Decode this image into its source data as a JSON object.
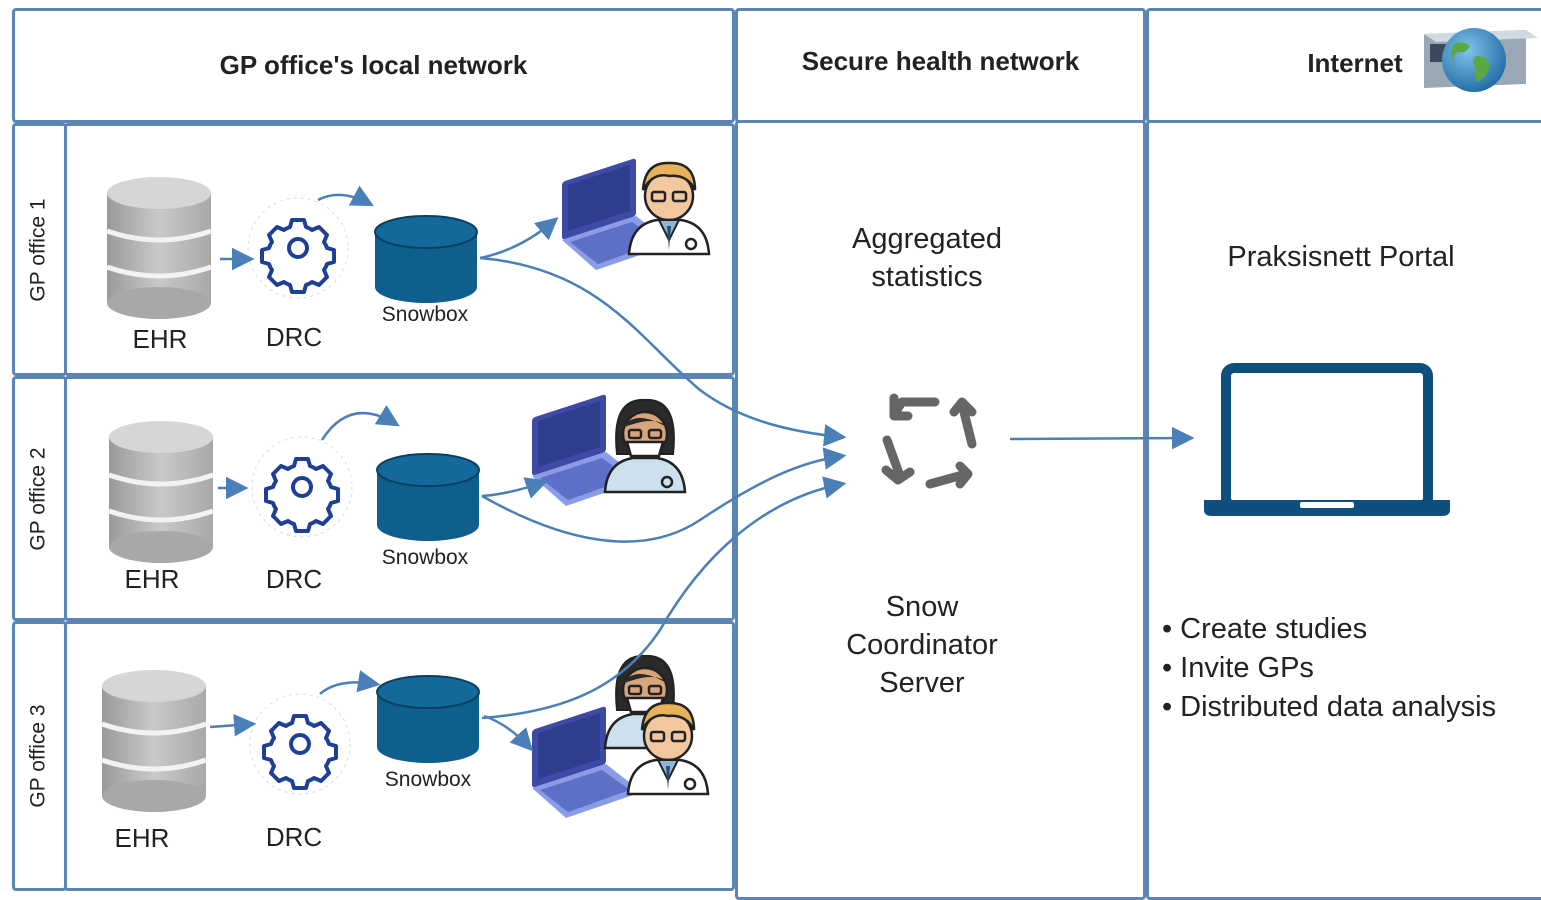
{
  "headers": {
    "local_network": "GP office's local network",
    "secure_network": "Secure health network",
    "internet": "Internet"
  },
  "offices": [
    {
      "side_label": "GP office 1",
      "ehr": "EHR",
      "drc": "DRC",
      "snowbox": "Snowbox"
    },
    {
      "side_label": "GP office 2",
      "ehr": "EHR",
      "drc": "DRC",
      "snowbox": "Snowbox"
    },
    {
      "side_label": "GP office 3",
      "ehr": "EHR",
      "drc": "DRC",
      "snowbox": "Snowbox"
    }
  ],
  "secure": {
    "aggregated": "Aggregated\nstatistics",
    "server": "Snow\nCoordinator\nServer"
  },
  "internet": {
    "portal": "Praksisnett Portal",
    "features": [
      "Create studies",
      "Invite GPs",
      "Distributed data analysis"
    ]
  },
  "colors": {
    "border": "#5b85b5",
    "snowbox": "#0e5f8e",
    "arrow": "#4a7fb7",
    "laptop_portal": "#0f4f7d"
  }
}
